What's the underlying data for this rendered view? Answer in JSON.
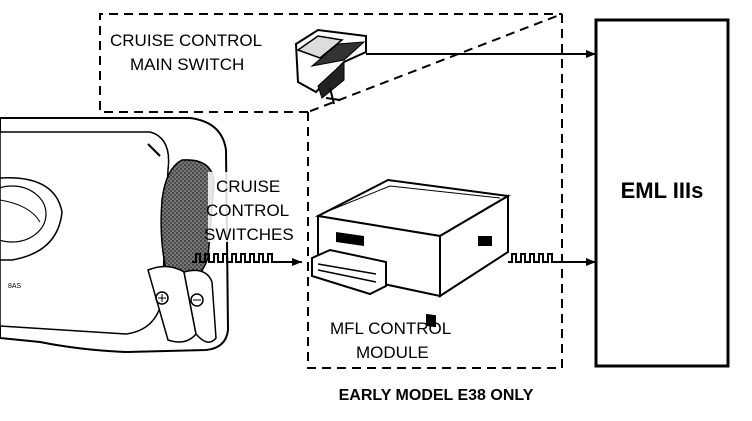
{
  "diagram": {
    "main_switch_label": [
      "CRUISE CONTROL",
      "MAIN SWITCH"
    ],
    "switches_label": [
      "CRUISE",
      "CONTROL",
      "SWITCHES"
    ],
    "module_label": [
      "MFL CONTROL",
      "MODULE"
    ],
    "eml_label": "EML IIIs",
    "caption": "EARLY MODEL E38 ONLY"
  }
}
